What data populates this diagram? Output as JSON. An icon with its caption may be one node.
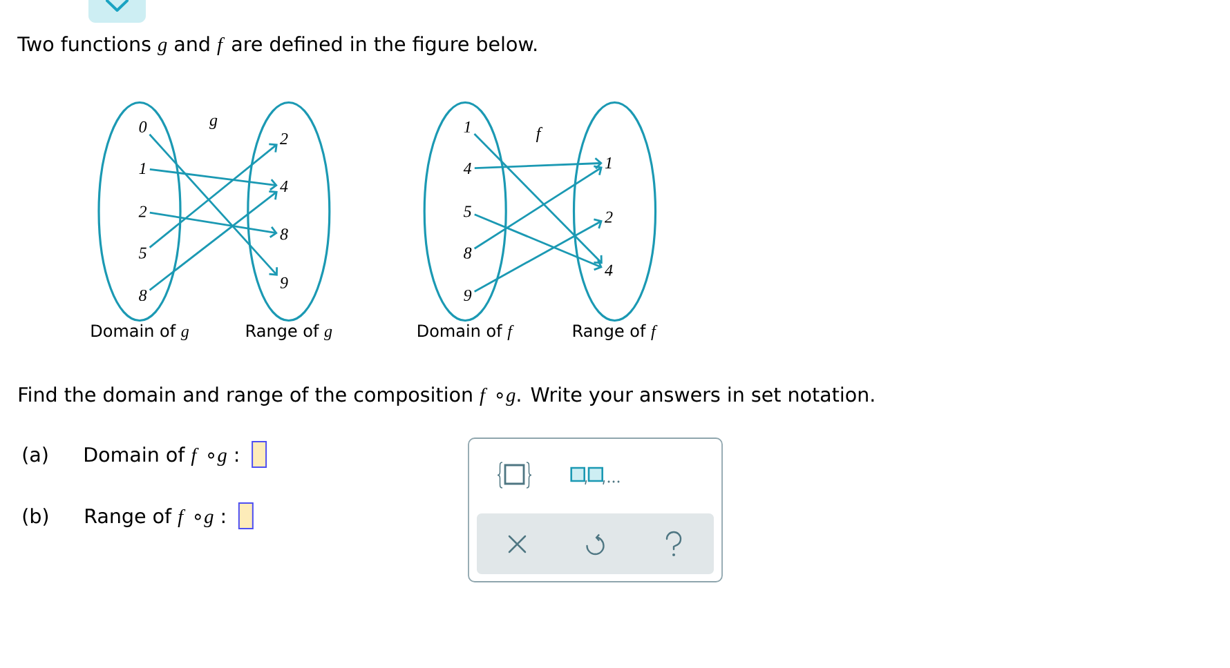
{
  "diagram": {
    "nodes": [
      {
        "text": [
          "Domain of *g*"
        ]
      },
      {
        "text": [
          "0"
        ],
        "in": 0
      },
      {
        "text": [
          "1"
        ],
        "in": 0
      },
      {
        "text": [
          "2"
        ],
        "in": 0
      },
      {
        "text": [
          "5"
        ],
        "in": 0
      },
      {
        "text": [
          "8"
        ],
        "in": 0
      },
      {
        "text": [
          "Range of *g*"
        ]
      },
      {
        "text": [
          "2"
        ],
        "in": 6
      },
      {
        "text": [
          "4"
        ],
        "in": 6
      },
      {
        "text": [
          "8"
        ],
        "in": 6
      },
      {
        "text": [
          "9"
        ],
        "in": 6
      },
      {
        "text": [
          "Domain of *f*"
        ]
      },
      {
        "text": [
          "1"
        ],
        "in": 11
      },
      {
        "text": [
          "4"
        ],
        "in": 11
      },
      {
        "text": [
          "5"
        ],
        "in": 11
      },
      {
        "text": [
          "8"
        ],
        "in": 11
      },
      {
        "text": [
          "9"
        ],
        "in": 11
      },
      {
        "text": [
          "Range of *f*"
        ]
      },
      {
        "text": [
          "1"
        ],
        "in": 17
      },
      {
        "text": [
          "2"
        ],
        "in": 17
      },
      {
        "text": [
          "4"
        ],
        "in": 17
      }
    ],
    "edges": [
      {
        "from": 1,
        "to": 10,
        "arrow": "to"
      },
      {
        "from": 2,
        "to": 8,
        "arrow": "to"
      },
      {
        "from": 3,
        "to": 9,
        "arrow": "to"
      },
      {
        "from": 4,
        "to": 7,
        "arrow": "to"
      },
      {
        "from": 5,
        "to": 8,
        "arrow": "to"
      },
      {
        "from": 12,
        "to": 20,
        "arrow": "to"
      },
      {
        "from": 13,
        "to": 18,
        "arrow": "to"
      },
      {
        "from": 14,
        "to": 20,
        "arrow": "to"
      },
      {
        "from": 15,
        "to": 18,
        "arrow": "to"
      },
      {
        "from": 16,
        "to": 19,
        "arrow": "to"
      }
    ],
    "labels": [
      "Two functions *g* and *f* are defined in the figure below.",
      "g",
      "f",
      "Find the domain and range of the composition *f* ∘*g*. Write your answers in set notation.",
      "(a)",
      "Domain of *f* ∘*g* :",
      "(b)",
      "Range of *f* ∘*g* :"
    ]
  }
}
